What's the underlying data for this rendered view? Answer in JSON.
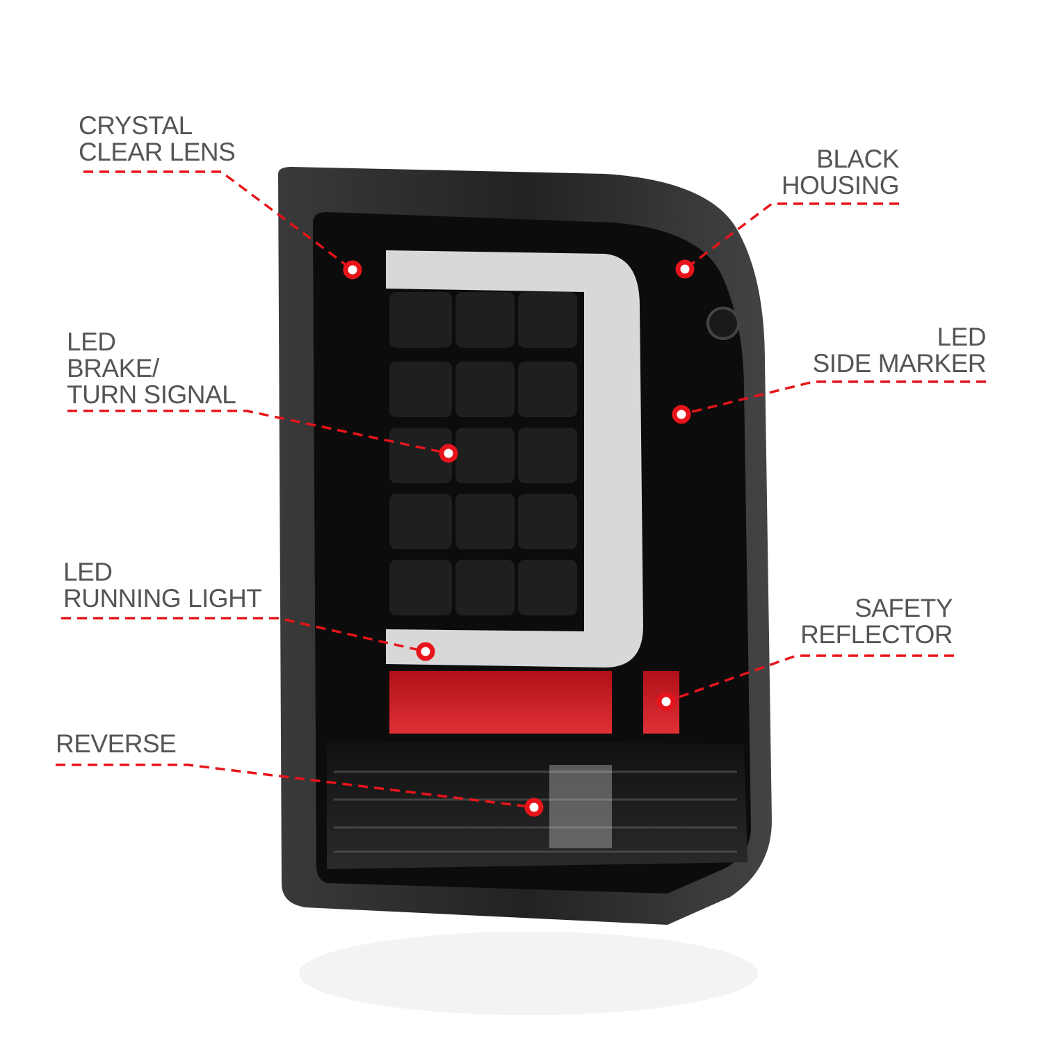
{
  "colors": {
    "accent": "#e8141b",
    "label_text": "#555555",
    "housing": "#1a1a1a"
  },
  "callouts": [
    {
      "id": "crystal-clear-lens",
      "lines": [
        "CRYSTAL",
        "CLEAR LENS"
      ]
    },
    {
      "id": "black-housing",
      "lines": [
        "BLACK",
        "HOUSING"
      ]
    },
    {
      "id": "led-side-marker",
      "lines": [
        "LED",
        "SIDE MARKER"
      ]
    },
    {
      "id": "led-brake-turn-signal",
      "lines": [
        "LED",
        "BRAKE/",
        "TURN SIGNAL"
      ]
    },
    {
      "id": "led-running-light",
      "lines": [
        "LED",
        "RUNNING LIGHT"
      ]
    },
    {
      "id": "safety-reflector",
      "lines": [
        "SAFETY",
        "REFLECTOR"
      ]
    },
    {
      "id": "reverse",
      "lines": [
        "REVERSE"
      ]
    }
  ]
}
